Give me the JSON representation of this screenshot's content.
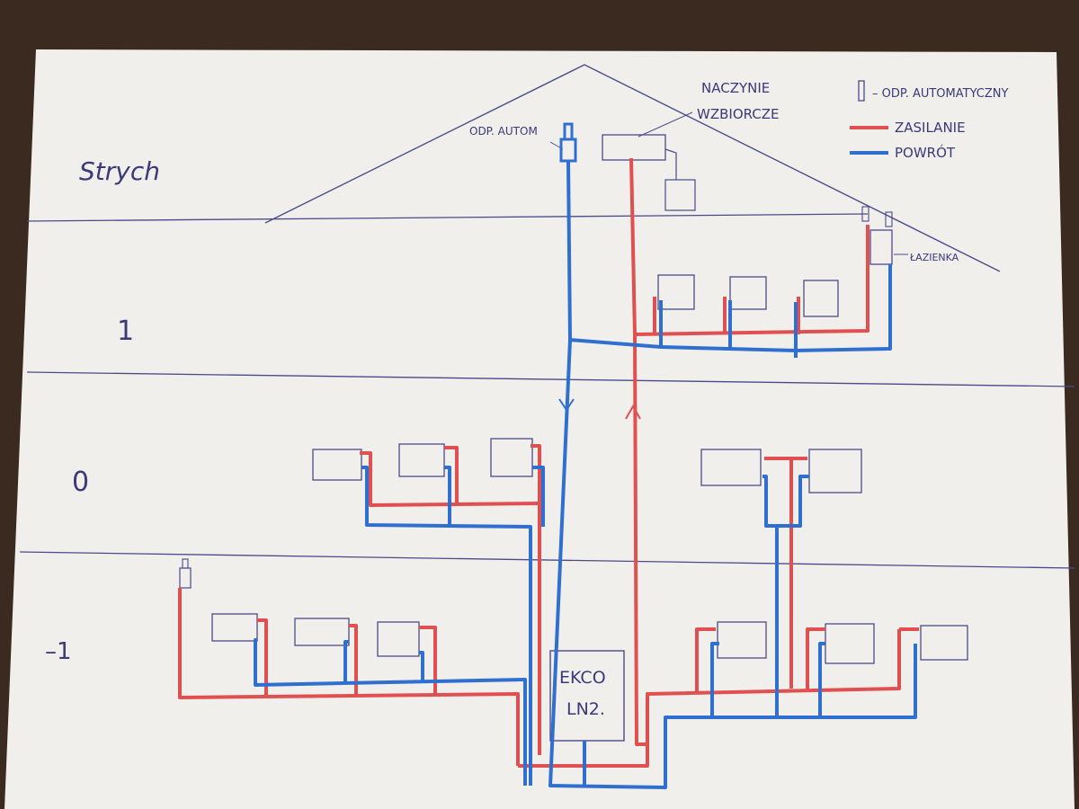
{
  "colors": {
    "table": "#3a2a20",
    "paper": "#f1efec",
    "pencil": "#4a4a8a",
    "supply": "#e05050",
    "return": "#2f6fd0"
  },
  "floors": {
    "attic": "Strych",
    "first": "1",
    "ground": "0",
    "basement": "–1"
  },
  "labels": {
    "air_vent": "ODP. AUTOM",
    "expansion_tank_line1": "NACZYNIE",
    "expansion_tank_line2": "WZBIORCZE",
    "bathroom": "ŁAZIENKA",
    "boiler_line1": "EKCO",
    "boiler_line2": "LN2."
  },
  "legend": {
    "air_vent_entry": "– ODP. AUTOMATYCZNY",
    "supply_entry": "ZASILANIE",
    "return_entry": "POWRÓT",
    "air_vent_icon": "air-vent-valve-icon"
  }
}
